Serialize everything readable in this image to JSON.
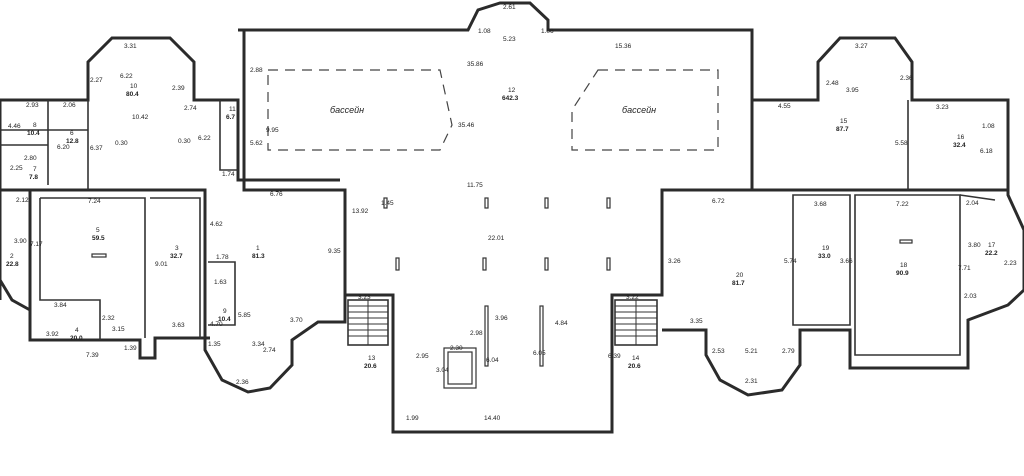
{
  "pool_labels": [
    "бассейн",
    "бассейн"
  ],
  "rooms": [
    {
      "num": "1",
      "area": "81.3"
    },
    {
      "num": "2",
      "area": "22.8"
    },
    {
      "num": "3",
      "area": "32.7"
    },
    {
      "num": "4",
      "area": "20.0"
    },
    {
      "num": "5",
      "area": "59.5"
    },
    {
      "num": "6",
      "area": "12.8"
    },
    {
      "num": "7",
      "area": "7.8"
    },
    {
      "num": "8",
      "area": "10.4"
    },
    {
      "num": "9",
      "area": "10.4"
    },
    {
      "num": "10",
      "area": "80.4"
    },
    {
      "num": "11",
      "area": "6.7"
    },
    {
      "num": "12",
      "area": "642.3"
    },
    {
      "num": "13",
      "area": "20.6"
    },
    {
      "num": "14",
      "area": "20.6"
    },
    {
      "num": "15",
      "area": "87.7"
    },
    {
      "num": "16",
      "area": "32.4"
    },
    {
      "num": "17",
      "area": "22.2"
    },
    {
      "num": "18",
      "area": "90.9"
    },
    {
      "num": "19",
      "area": "33.0"
    },
    {
      "num": "20",
      "area": "81.7"
    }
  ],
  "dimensions": [
    "2.61",
    "1.08",
    "1.06",
    "5.23",
    "15.36",
    "35.86",
    "35.46",
    "3.31",
    "6.22",
    "10.42",
    "2.27",
    "2.39",
    "2.74",
    "0.30",
    "0.30",
    "6.22",
    "9.95",
    "5.62",
    "2.88",
    "2.93",
    "2.06",
    "4.46",
    "6.20",
    "6.37",
    "2.80",
    "2.25",
    "1.74",
    "6.76",
    "2.12",
    "7.24",
    "7.17",
    "3.90",
    "9.01",
    "4.62",
    "1.78",
    "1.63",
    "4.70",
    "5.85",
    "1.35",
    "3.34",
    "2.74",
    "2.36",
    "3.70",
    "9.35",
    "13.92",
    "1.45",
    "11.75",
    "22.01",
    "3.23",
    "3.96",
    "4.84",
    "2.98",
    "6.04",
    "6.05",
    "2.95",
    "2.30",
    "3.04",
    "6.39",
    "3.22",
    "1.99",
    "14.40",
    "3.84",
    "2.32",
    "3.15",
    "3.63",
    "3.92",
    "7.39",
    "1.39",
    "3.27",
    "2.48",
    "2.36",
    "3.95",
    "4.55",
    "3.23",
    "1.08",
    "6.18",
    "5.58",
    "6.72",
    "3.68",
    "7.22",
    "2.04",
    "3.26",
    "5.74",
    "3.66",
    "3.80",
    "7.71",
    "2.23",
    "2.03",
    "3.35",
    "5.21",
    "2.53",
    "2.79",
    "2.31"
  ]
}
